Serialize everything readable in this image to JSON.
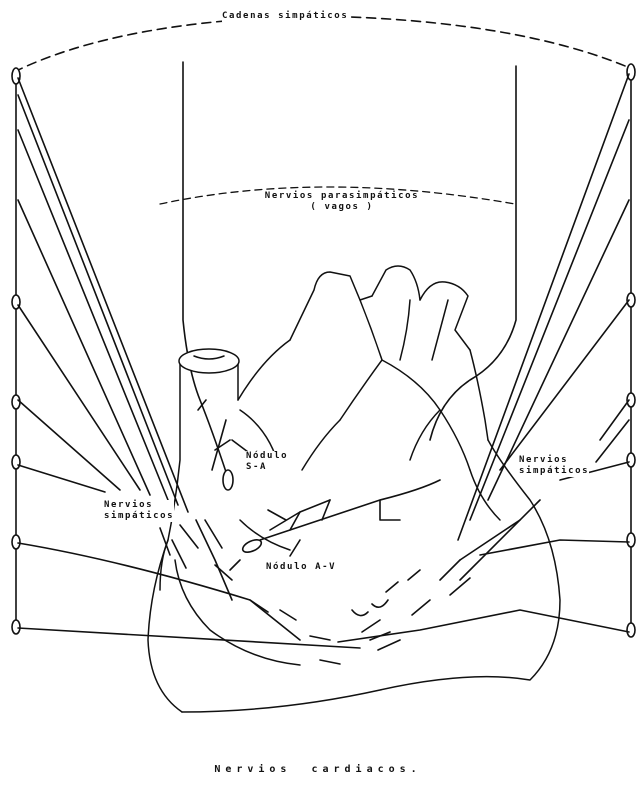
{
  "labels": {
    "sympathetic_chains": "Cadenas simpáticos",
    "parasympathetic_line1": "Nervios parasimpáticos",
    "parasympathetic_line2": "( vagos )",
    "sa_node_line1": "Nódulo",
    "sa_node_line2": "S-A",
    "av_node": "Nódulo A-V",
    "sympathetic_left_line1": "Nervios",
    "sympathetic_left_line2": "simpáticos",
    "sympathetic_right_line1": "Nervios",
    "sympathetic_right_line2": "simpáticos"
  },
  "caption": {
    "word1": "Nervios",
    "word2": "cardiacos."
  },
  "colors": {
    "ink": "#111111",
    "paper": "#ffffff"
  }
}
